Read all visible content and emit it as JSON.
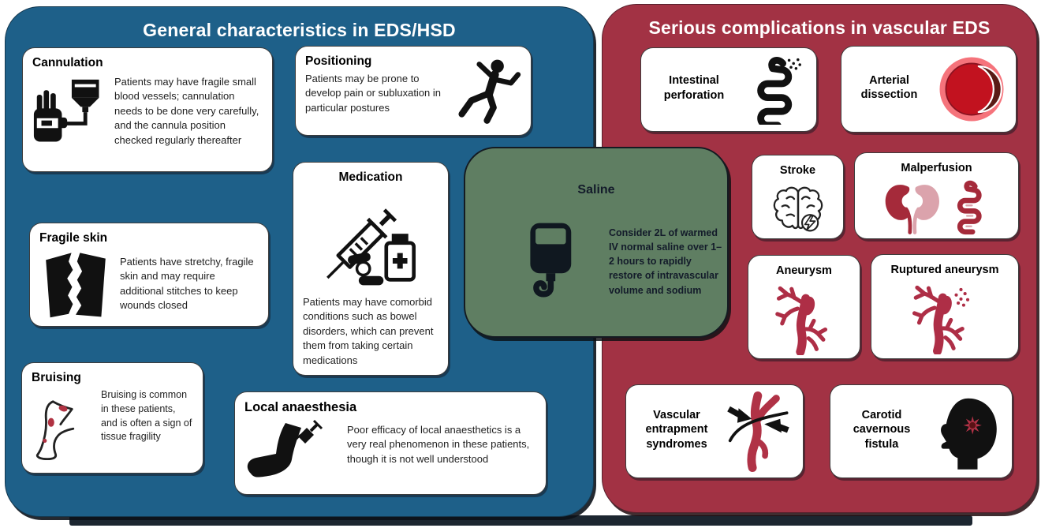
{
  "left_panel": {
    "title": "General characteristics in EDS/HSD",
    "color": "#1e6089",
    "cards": [
      {
        "title": "Cannulation",
        "icon": "iv-cannula-hand-icon",
        "text": "Patients may have fragile small blood vessels; cannulation needs to be done very carefully, and the cannula position checked regularly thereafter"
      },
      {
        "title": "Positioning",
        "icon": "falling-person-icon",
        "text": "Patients may be prone to develop pain or subluxation in particular postures"
      },
      {
        "title": "Fragile skin",
        "icon": "torn-skin-icon",
        "text": "Patients have stretchy, fragile skin and may require additional stitches to keep wounds closed"
      },
      {
        "title": "Medication",
        "icon": "syringe-pills-bottle-icon",
        "text": "Patients may have comorbid conditions such as bowel disorders, which can prevent them from taking certain medications"
      },
      {
        "title": "Bruising",
        "icon": "bruised-leg-icon",
        "text": "Bruising is common in these patients, and is often a sign of tissue fragility"
      },
      {
        "title": "Local anaesthesia",
        "icon": "arm-injection-icon",
        "text": "Poor efficacy of local anaesthetics is a very real phenomenon in these patients, though it is not well understood"
      }
    ]
  },
  "center_card": {
    "title": "Saline",
    "icon": "iv-bag-icon",
    "color": "#5f7e62",
    "text": "Consider 2L of warmed IV normal saline over 1–2 hours to rapidly restore of intravascular volume and sodium"
  },
  "right_panel": {
    "title": "Serious complications in vascular EDS",
    "color": "#a23244",
    "cards": [
      {
        "title": "Intestinal perforation",
        "icon": "perforated-intestine-icon"
      },
      {
        "title": "Arterial dissection",
        "icon": "artery-cross-section-icon"
      },
      {
        "title": "Stroke",
        "icon": "brain-lightning-icon"
      },
      {
        "title": "Malperfusion",
        "icon": "kidneys-gut-icon"
      },
      {
        "title": "Aneurysm",
        "icon": "artery-aneurysm-icon"
      },
      {
        "title": "Ruptured aneurysm",
        "icon": "ruptured-artery-icon"
      },
      {
        "title": "Vascular entrapment syndromes",
        "icon": "entrapped-vessel-icon"
      },
      {
        "title": "Carotid cavernous fistula",
        "icon": "head-fistula-icon"
      }
    ]
  },
  "colors": {
    "panel_blue": "#1e6089",
    "panel_red": "#a23244",
    "card_green": "#5f7e62",
    "icon_red": "#ae2e46",
    "kidney_dark": "#a52a3a",
    "kidney_pink": "#dba3ac",
    "dissection_ring": "#f5737b",
    "dissection_core": "#c2121f",
    "dissection_flap": "#5a1b15",
    "bruise_red": "#b03242",
    "bottom_bar": "#1c2630"
  }
}
